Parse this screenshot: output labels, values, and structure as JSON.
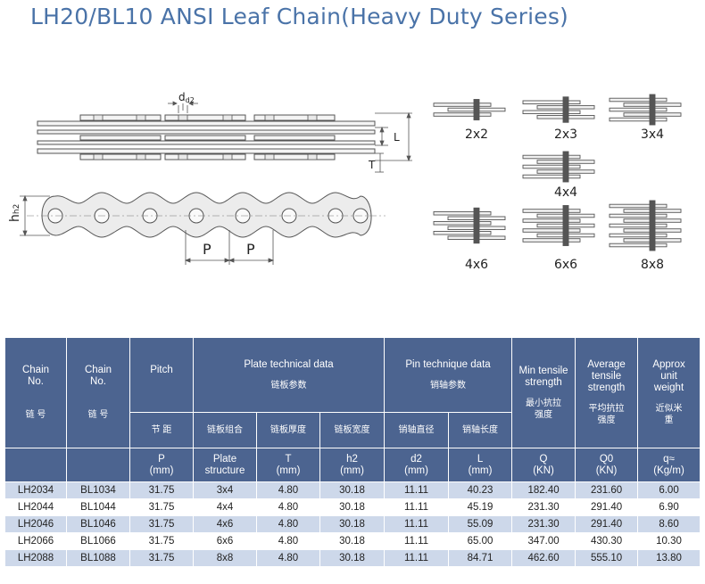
{
  "title": "LH20/BL10 ANSI Leaf Chain(Heavy Duty Series)",
  "diagram_labels": {
    "d2": "d2",
    "L": "L",
    "T": "T",
    "h2": "h2",
    "P1": "P",
    "P2": "P",
    "lacings": [
      "2x2",
      "2x3",
      "3x4",
      "4x4",
      "4x6",
      "6x6",
      "8x8"
    ]
  },
  "table": {
    "headers": {
      "chain_no_1": "Chain No.",
      "chain_no_1_cn": "链 号",
      "chain_no_2": "Chain No.",
      "chain_no_2_cn": "链 号",
      "pitch": "Pitch",
      "pitch_cn": "节 距",
      "pitch_unit": "P (mm)",
      "plate_group": "Plate technical data",
      "plate_group_cn": "链板参数",
      "plate_structure_cn": "链板组合",
      "plate_structure": "Plate structure",
      "plate_thickness_cn": "链板厚度",
      "plate_thickness": "T (mm)",
      "plate_height_cn": "链板宽度",
      "plate_height": "h2 (mm)",
      "pin_group": "Pin technique data",
      "pin_group_cn": "销轴参数",
      "pin_diameter_cn": "销轴直径",
      "pin_diameter": "d2 (mm)",
      "pin_length_cn": "销轴长度",
      "pin_length": "L (mm)",
      "min_tensile": "Min tensile strength",
      "min_tensile_cn": "最小抗拉强度",
      "min_tensile_unit": "Q (KN)",
      "avg_tensile": "Average tensile strength",
      "avg_tensile_cn": "平均抗拉强度",
      "avg_tensile_unit": "Q0 (KN)",
      "weight": "Approx unit weight",
      "weight_cn": "近似米重",
      "weight_unit": "q≈ (Kg/m)"
    },
    "rows": [
      {
        "lh": "LH2034",
        "bl": "BL1034",
        "p": "31.75",
        "struct": "3x4",
        "t": "4.80",
        "h2": "30.18",
        "d2": "11.11",
        "l": "40.23",
        "q": "182.40",
        "q0": "231.60",
        "w": "6.00"
      },
      {
        "lh": "LH2044",
        "bl": "BL1044",
        "p": "31.75",
        "struct": "4x4",
        "t": "4.80",
        "h2": "30.18",
        "d2": "11.11",
        "l": "45.19",
        "q": "231.30",
        "q0": "291.40",
        "w": "6.90"
      },
      {
        "lh": "LH2046",
        "bl": "BL1046",
        "p": "31.75",
        "struct": "4x6",
        "t": "4.80",
        "h2": "30.18",
        "d2": "11.11",
        "l": "55.09",
        "q": "231.30",
        "q0": "291.40",
        "w": "8.60"
      },
      {
        "lh": "LH2066",
        "bl": "BL1066",
        "p": "31.75",
        "struct": "6x6",
        "t": "4.80",
        "h2": "30.18",
        "d2": "11.11",
        "l": "65.00",
        "q": "347.00",
        "q0": "430.30",
        "w": "10.30"
      },
      {
        "lh": "LH2088",
        "bl": "BL1088",
        "p": "31.75",
        "struct": "8x8",
        "t": "4.80",
        "h2": "30.18",
        "d2": "11.11",
        "l": "84.71",
        "q": "462.60",
        "q0": "555.10",
        "w": "13.80"
      }
    ]
  }
}
